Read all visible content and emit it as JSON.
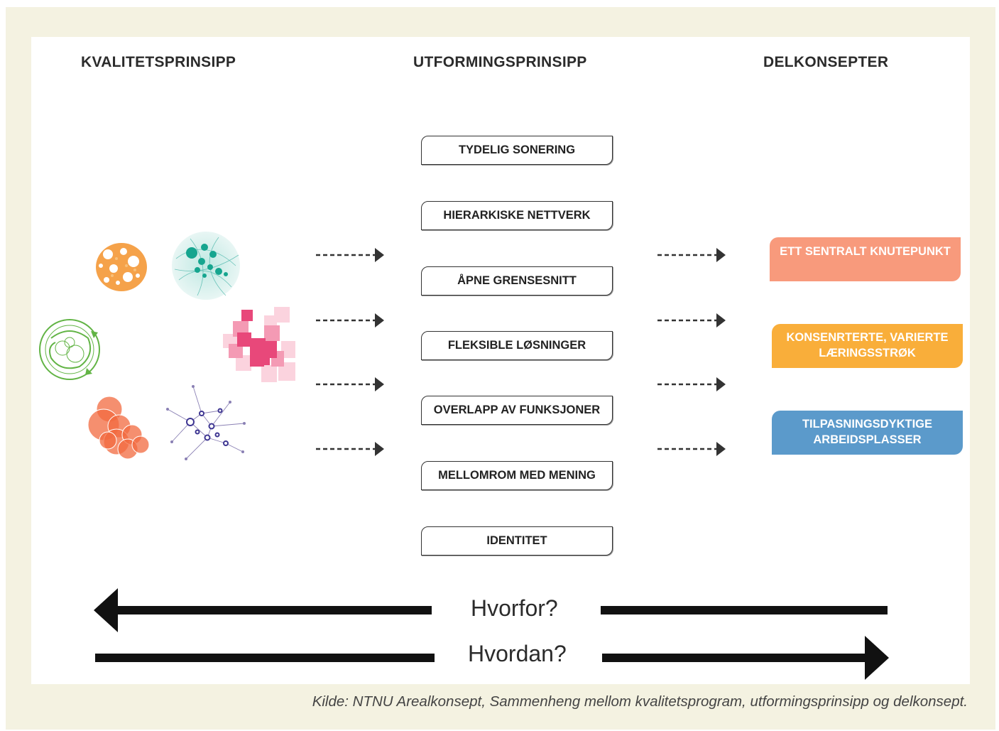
{
  "headers": {
    "left": "KVALITETSPRINSIPP",
    "middle": "UTFORMINGSPRINSIPP",
    "right": "DELKONSEPTER"
  },
  "principles": [
    "TYDELIG SONERING",
    "HIERARKISKE NETTVERK",
    "ÅPNE GRENSESNITT",
    "FLEKSIBLE LØSNINGER",
    "OVERLAPP AV FUNKSJONER",
    "MELLOMROM MED MENING",
    "IDENTITET"
  ],
  "concepts": [
    {
      "lines": [
        "ETT SENTRALT KNUTEPUNKT"
      ],
      "color": "#f89a7c"
    },
    {
      "lines": [
        "KONSENRTERTE, VARIERTE",
        "LÆRINGSSTRØK"
      ],
      "color": "#f9ae3a"
    },
    {
      "lines": [
        "TILPASNINGSDYKTIGE",
        "ARBEIDSPLASSER"
      ],
      "color": "#5b9acb"
    }
  ],
  "questions": {
    "why": "Hvorfor?",
    "how": "Hvordan?"
  },
  "caption": "Kilde: NTNU Arealkonsept, Sammenheng mellom kvalitetsprogram, utformingsprinsipp og delkonsept.",
  "icons": [
    "orange-dots-circle-icon",
    "teal-network-icon",
    "green-cycle-icon",
    "pink-squares-icon",
    "red-circles-icon",
    "purple-network-icon"
  ]
}
